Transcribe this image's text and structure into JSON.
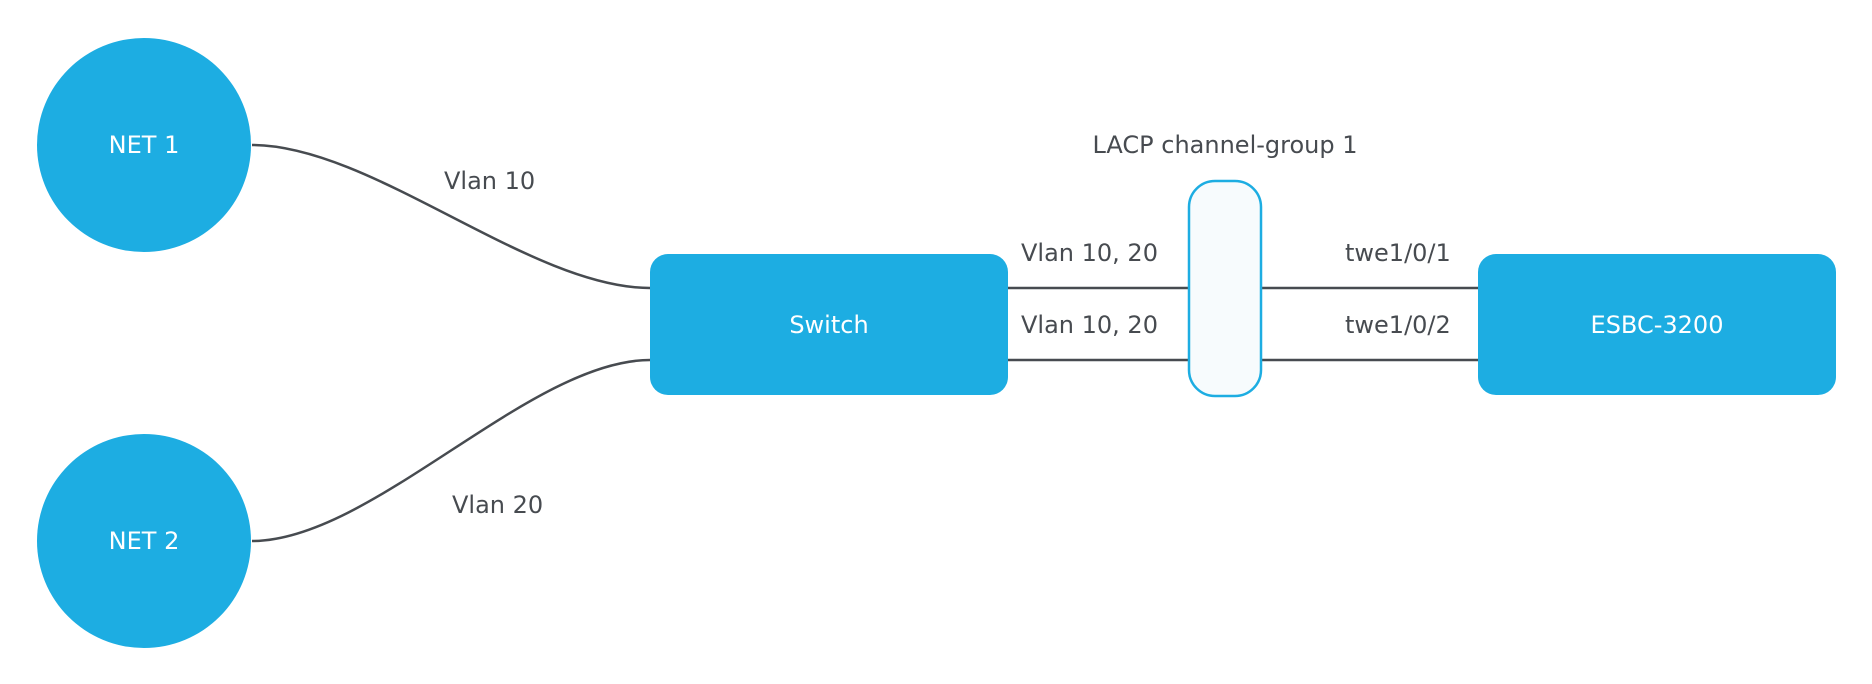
{
  "colors": {
    "node_fill": "#1dade2",
    "node_text": "#ffffff",
    "line": "#474b50",
    "label_text": "#474b50",
    "group_stroke": "#1dade2",
    "group_fill": "#f7fbfd"
  },
  "nodes": {
    "net1": "NET 1",
    "net2": "NET 2",
    "switch": "Switch",
    "esbc": "ESBC-3200"
  },
  "labels": {
    "vlan10": "Vlan 10",
    "vlan20": "Vlan 20",
    "trunk_top": "Vlan 10, 20",
    "trunk_bottom": "Vlan 10, 20",
    "port_top": "twe1/0/1",
    "port_bottom": "twe1/0/2",
    "lacp_group": "LACP channel-group 1"
  }
}
